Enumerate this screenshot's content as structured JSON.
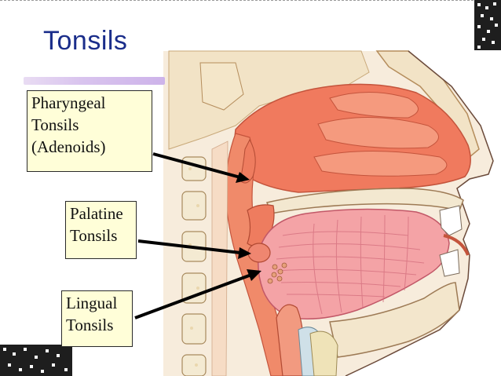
{
  "slide": {
    "title": "Tonsils",
    "colors": {
      "title": "#1a2d8a",
      "label_bg": "#fffed8",
      "tissue": "#f08a6a",
      "muscle": "#f3a0a0",
      "bone": "#f4ead2",
      "arrow": "#000000"
    }
  },
  "labels": {
    "pharyngeal": [
      "Pharyngeal",
      "Tonsils",
      "(Adenoids)"
    ],
    "palatine": [
      "Palatine",
      "Tonsils"
    ],
    "lingual": [
      "Lingual",
      "Tonsils"
    ]
  }
}
